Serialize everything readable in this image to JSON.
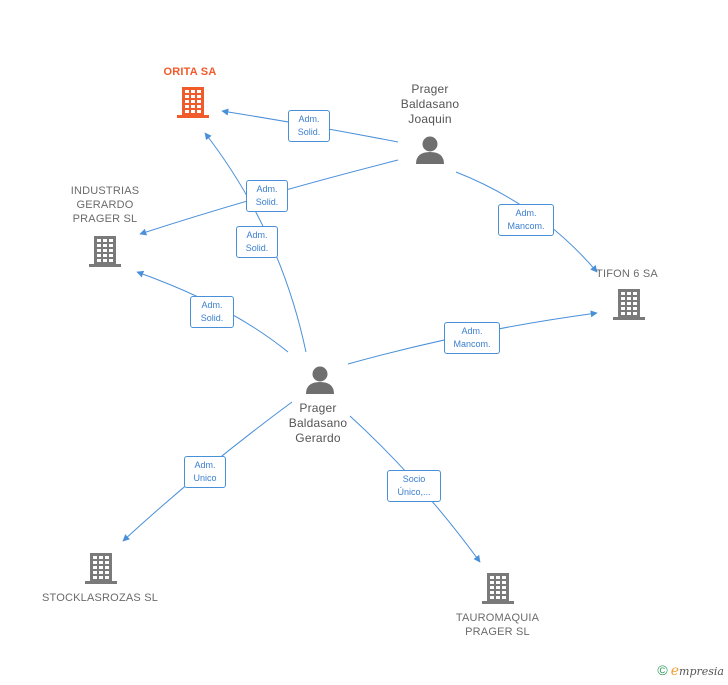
{
  "colors": {
    "edge": "#4a90d9",
    "company_icon": "#7a7a7a",
    "focus_company_icon": "#f15a2b",
    "person_icon": "#6f6f6f"
  },
  "nodes": {
    "orita": {
      "label": "ORITA SA",
      "icon": "building-icon"
    },
    "industrias": {
      "label_lines": [
        "INDUSTRIAS",
        "GERARDO",
        "PRAGER SL"
      ],
      "icon": "building-icon"
    },
    "joaquin": {
      "label_lines": [
        "Prager",
        "Baldasano",
        "Joaquin"
      ],
      "icon": "person-icon"
    },
    "tifon": {
      "label": "TIFON 6 SA",
      "icon": "building-icon"
    },
    "gerardo": {
      "label_lines": [
        "Prager",
        "Baldasano",
        "Gerardo"
      ],
      "icon": "person-icon"
    },
    "stocklasrozas": {
      "label": "STOCKLASROZAS SL",
      "icon": "building-icon"
    },
    "tauromaquia": {
      "label_lines": [
        "TAUROMAQUIA",
        "PRAGER SL"
      ],
      "icon": "building-icon"
    }
  },
  "edges": [
    {
      "lines": [
        "Adm.",
        "Solid."
      ]
    },
    {
      "lines": [
        "Adm.",
        "Solid."
      ]
    },
    {
      "lines": [
        "Adm.",
        "Mancom."
      ]
    },
    {
      "lines": [
        "Adm.",
        "Solid."
      ]
    },
    {
      "lines": [
        "Adm.",
        "Solid."
      ]
    },
    {
      "lines": [
        "Adm.",
        "Mancom."
      ]
    },
    {
      "lines": [
        "Adm.",
        "Unico"
      ]
    },
    {
      "lines": [
        "Socio",
        "Único,..."
      ]
    }
  ],
  "watermark": {
    "copyright": "©",
    "brand_initial": "e",
    "brand_rest": "mpresia"
  }
}
